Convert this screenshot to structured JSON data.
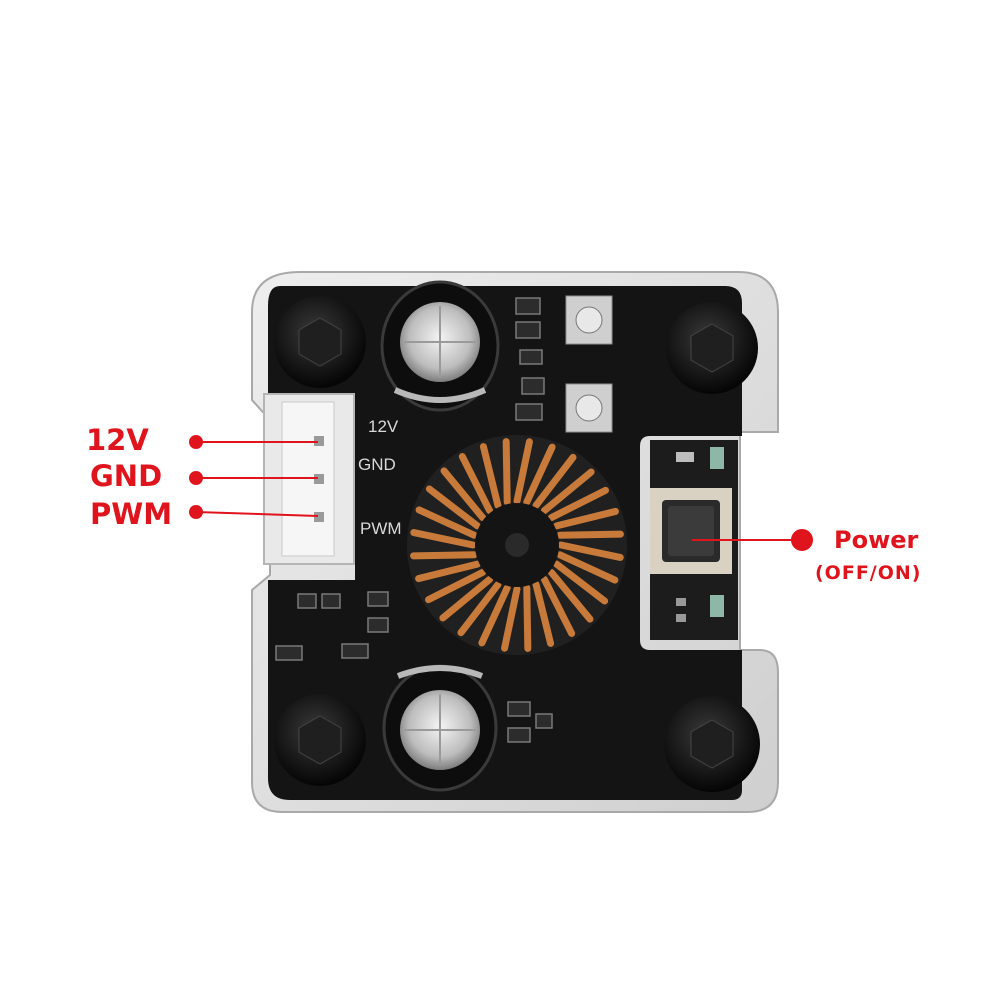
{
  "colors": {
    "annotation": "#e0141c",
    "pcb": "#141414",
    "acrylic": "#dcdcdc",
    "copper": "#c77a3a",
    "silkscreen": "#d8d8d8"
  },
  "annotations": {
    "v12": "12V",
    "gnd": "GND",
    "pwm": "PWM",
    "power": "Power",
    "power_state": "(OFF/ON)"
  },
  "silkscreen": {
    "v12": "12V",
    "gnd": "GND",
    "pwm": "PWM"
  }
}
